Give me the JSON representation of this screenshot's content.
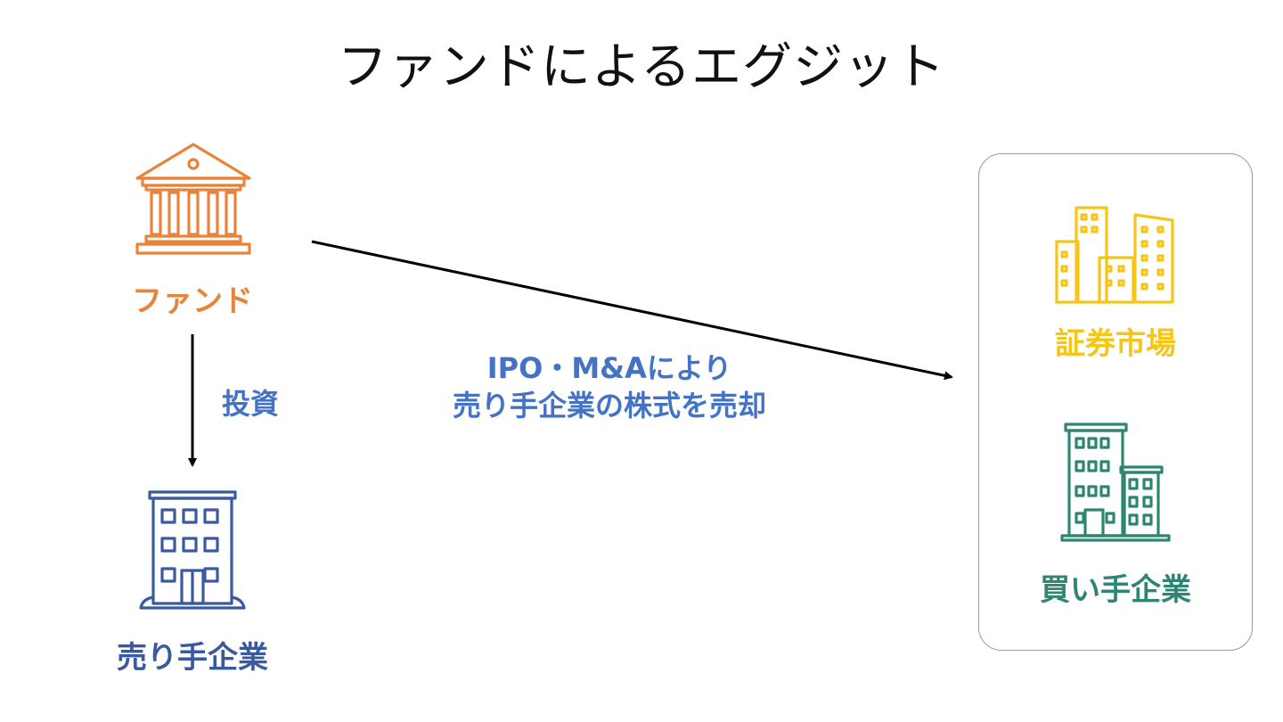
{
  "title": "ファンドによるエグジット",
  "fund": {
    "label": "ファンド",
    "icon": "bank-icon",
    "color": "#e8833a"
  },
  "invest_label": "投資",
  "seller": {
    "label": "売り手企業",
    "icon": "office-building-icon",
    "color": "#3a5aa0"
  },
  "exit_label": {
    "line1": "IPO・M&Aにより",
    "line2": "売り手企業の株式を売却"
  },
  "buyers": {
    "stock_market": {
      "label": "証券市場",
      "icon": "city-buildings-icon",
      "color": "#f5c518"
    },
    "buyer_company": {
      "label": "買い手企業",
      "icon": "office-building-icon",
      "color": "#2e8574"
    }
  },
  "colors": {
    "blue_text": "#4472c4",
    "arrow": "#000000"
  }
}
